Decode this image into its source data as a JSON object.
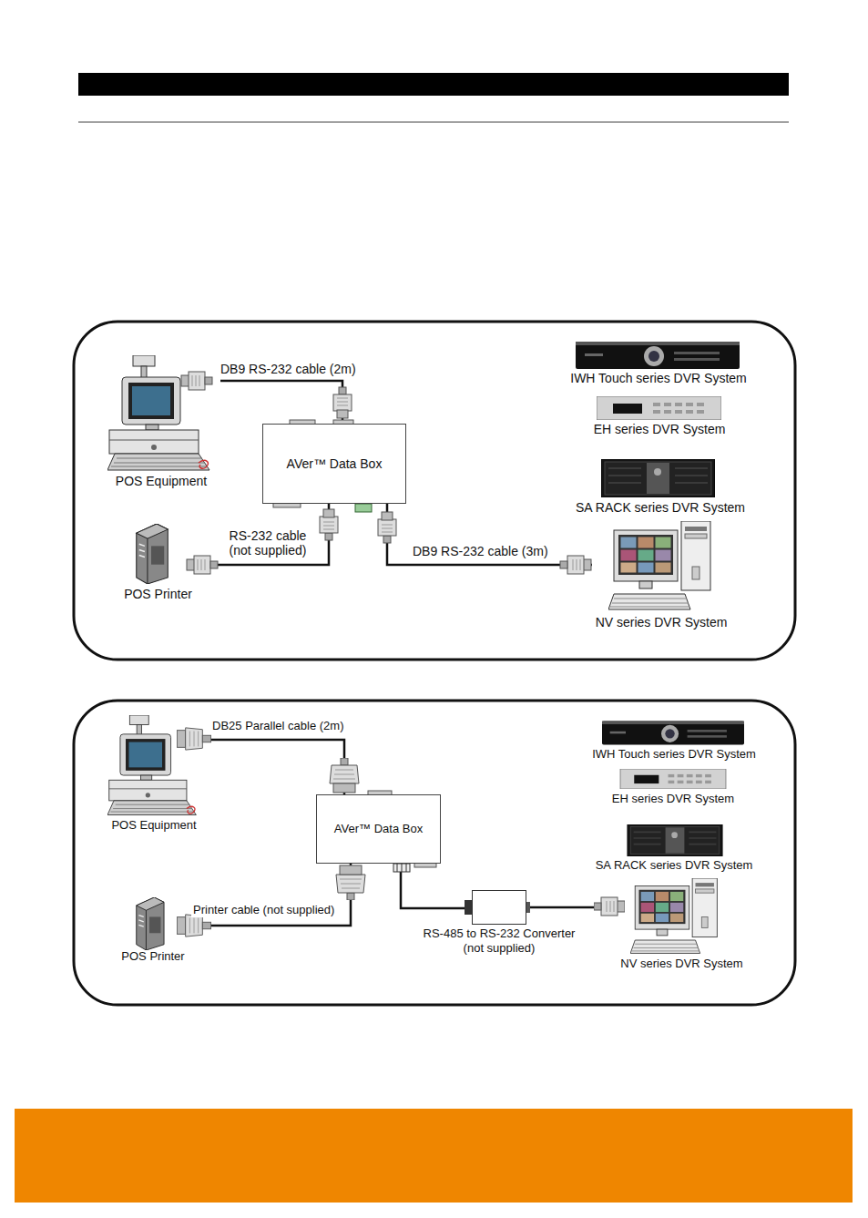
{
  "diagram": {
    "nodes": [
      {
        "text": [
          "POS Equipment"
        ]
      },
      {
        "text": [
          "AVer™ Data Box"
        ]
      },
      {
        "text": [
          "POS Printer"
        ]
      },
      {
        "text": [
          "IWH Touch series DVR System"
        ]
      },
      {
        "text": [
          "EH series DVR System"
        ]
      },
      {
        "text": [
          "SA RACK series DVR System"
        ]
      },
      {
        "text": [
          "NV series DVR System"
        ]
      },
      {
        "text": [
          "POS Equipment"
        ]
      },
      {
        "text": [
          "AVer™ Data Box"
        ]
      },
      {
        "text": [
          "IWH Touch series DVR System"
        ]
      },
      {
        "text": [
          "EH series DVR System"
        ]
      },
      {
        "text": [
          "SA RACK series DVR System"
        ]
      },
      {
        "text": [
          "POS Printer"
        ]
      },
      {
        "text": [
          "RS-485 to RS-232 Converter (not supplied)"
        ]
      },
      {
        "text": [
          "NV series DVR System"
        ]
      }
    ],
    "edges": [
      {
        "from": 0,
        "to": 1,
        "arrow": "none",
        "label": "DB9 RS-232 cable (2m)"
      },
      {
        "from": 1,
        "to": 2,
        "arrow": "none",
        "label": "RS-232 cable (not supplied)"
      },
      {
        "from": 1,
        "to": 6,
        "arrow": "none",
        "label": "DB9 RS-232 cable (3m)"
      },
      {
        "from": 7,
        "to": 8,
        "arrow": "none",
        "label": "DB25 Parallel cable (2m)"
      },
      {
        "from": 8,
        "to": 12,
        "arrow": "none",
        "label": "Printer cable (not supplied)"
      },
      {
        "from": 8,
        "to": 13,
        "arrow": "none"
      },
      {
        "from": 13,
        "to": 14,
        "arrow": "none"
      }
    ]
  }
}
